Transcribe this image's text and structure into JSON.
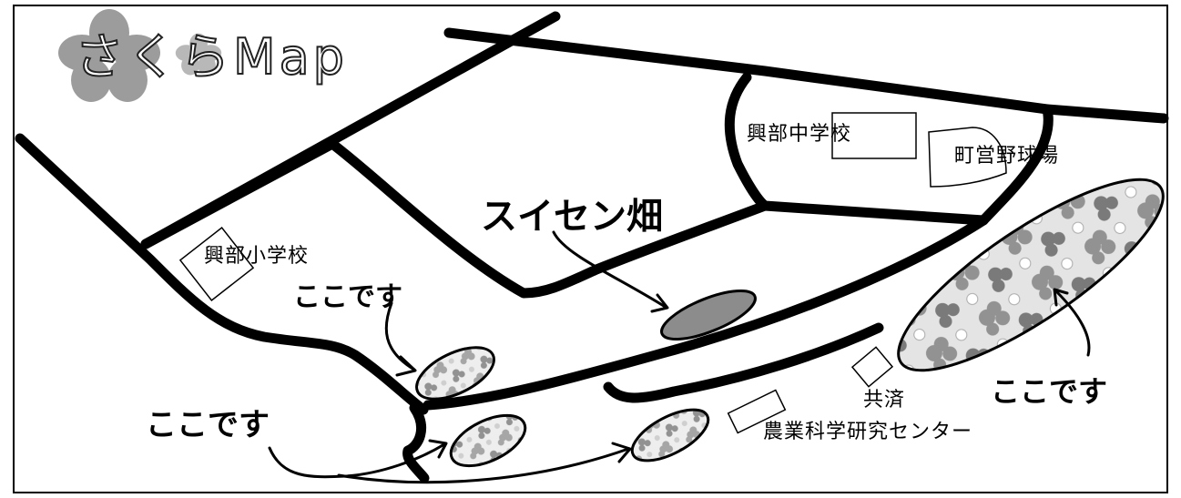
{
  "logo": {
    "text": "さくらMap",
    "petal_color": "#8f8f8f"
  },
  "places": {
    "okoppe_junior_high": "興部中学校",
    "town_ballpark": "町営野球場",
    "okoppe_elementary": "興部小学校",
    "kyosai": "共済",
    "agri_research_center": "農業科学研究センター"
  },
  "annotations": {
    "suisen_field": "スイセン畑",
    "here_1": "ここです",
    "here_2": "ここです",
    "here_3": "ここです"
  },
  "colors": {
    "road": "#000000",
    "suisen_fill": "#8c8c8c",
    "sakura_pink_gray": "#9a9a9a"
  }
}
